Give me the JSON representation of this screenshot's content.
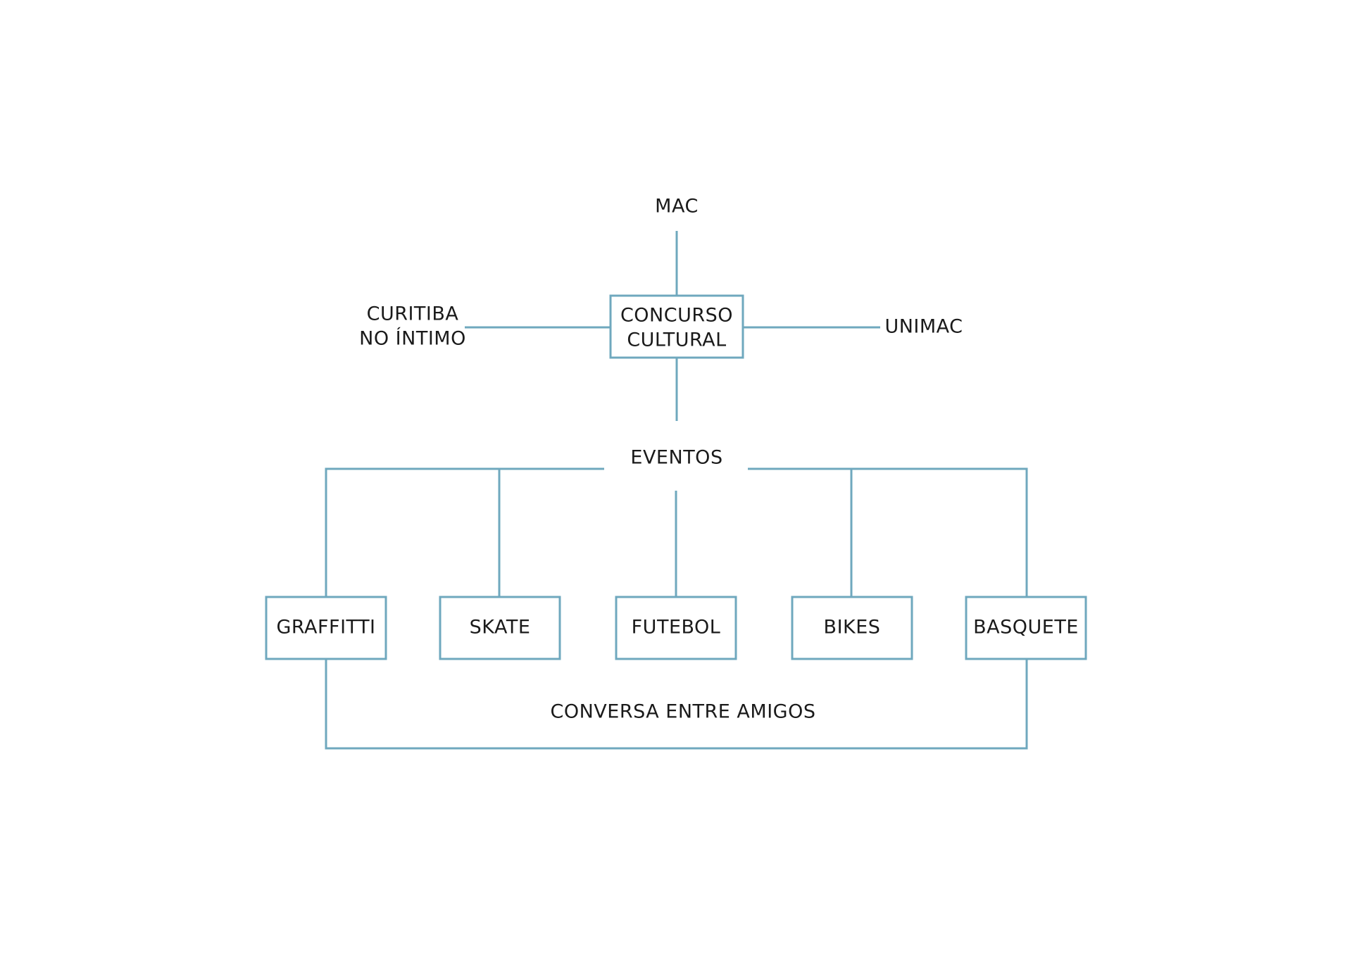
{
  "diagram": {
    "center": {
      "line1": "CONCURSO",
      "line2": "CULTURAL"
    },
    "top": "MAC",
    "left": {
      "line1": "CURITIBA",
      "line2": "NO ÍNTIMO"
    },
    "right": "UNIMAC",
    "bottom": "EVENTOS",
    "events": [
      "GRAFFITTI",
      "SKATE",
      "FUTEBOL",
      "BIKES",
      "BASQUETE"
    ],
    "footer": "CONVERSA ENTRE AMIGOS"
  },
  "colors": {
    "line": "#6fa8be",
    "text": "#1a1a1a",
    "background": "#ffffff"
  }
}
